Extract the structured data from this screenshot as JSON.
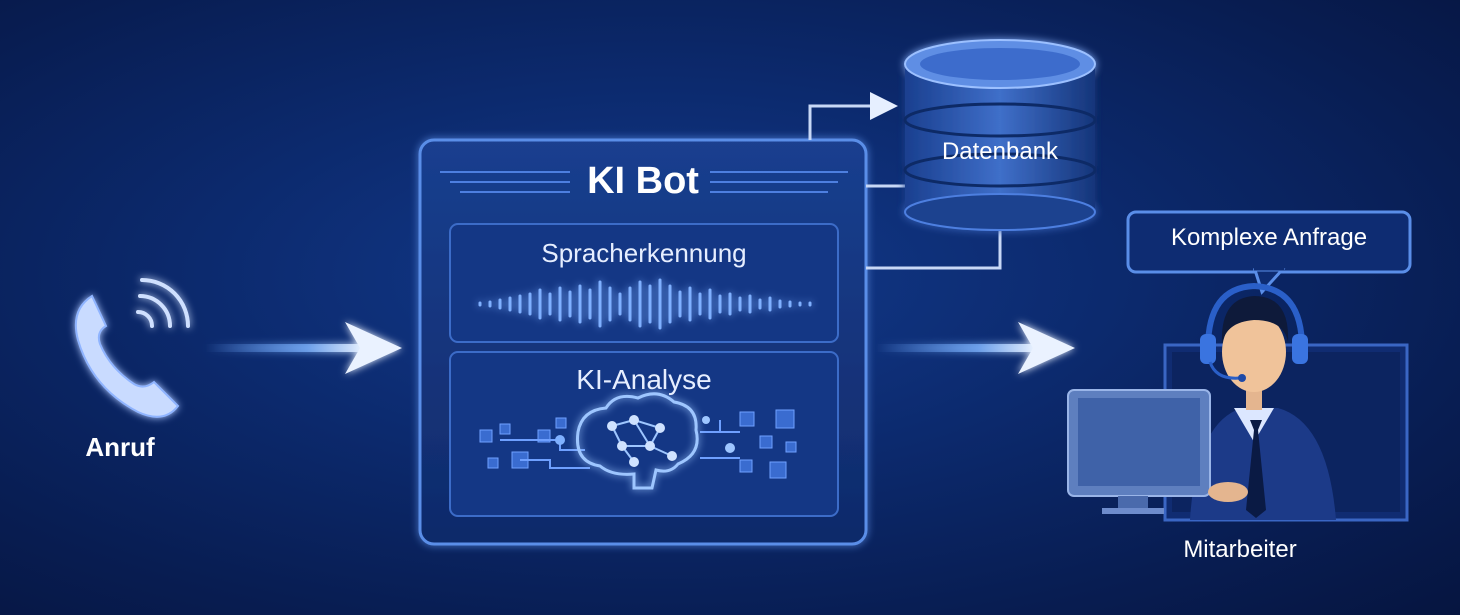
{
  "caller": {
    "label": "Anruf",
    "icon": "phone-icon"
  },
  "bot": {
    "title": "KI Bot",
    "speech_recognition": {
      "title": "Spracherkennung",
      "icon": "waveform-icon"
    },
    "ai_analysis": {
      "title": "KI-Analyse",
      "icon": "brain-circuit-icon"
    }
  },
  "database": {
    "label": "Datenbank",
    "icon": "database-icon"
  },
  "agent": {
    "label": "Mitarbeiter",
    "bubble": "Komplexe Anfrage",
    "icon": "call-center-agent-icon"
  },
  "colors": {
    "background": "#0a2566",
    "accent": "#4d8dff",
    "glow": "#9cc4ff",
    "panel_border": "#5a8ee8"
  }
}
